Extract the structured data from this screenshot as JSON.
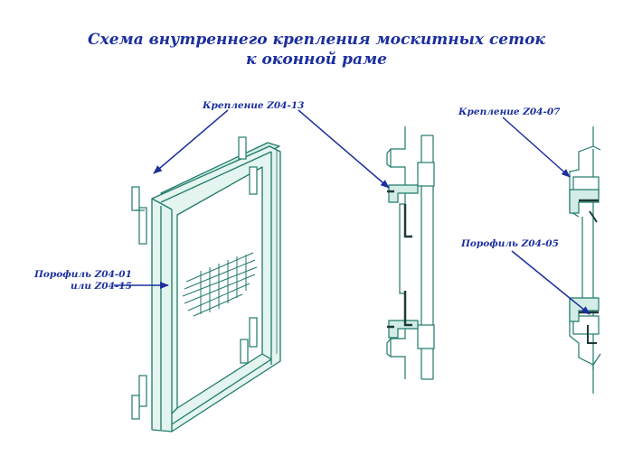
{
  "title": {
    "line1": "Схема внутреннего крепления москитных сеток",
    "line2": "к оконной раме"
  },
  "labels": {
    "fastener_z0413": "Крепление Z04-13",
    "fastener_z0407": "Крепление Z04-07",
    "profile_z0405": "Порофиль Z04-05",
    "profile_z0401_line1": "Порофиль Z04-01",
    "profile_z0401_line2": "или Z04-15"
  },
  "colors": {
    "title": "#1c2f9e",
    "arrow": "#1c2f9e",
    "frame_stroke": "#1f7a6a",
    "frame_fill": "#e4f4ef",
    "dark_profile": "#1d3b38"
  }
}
